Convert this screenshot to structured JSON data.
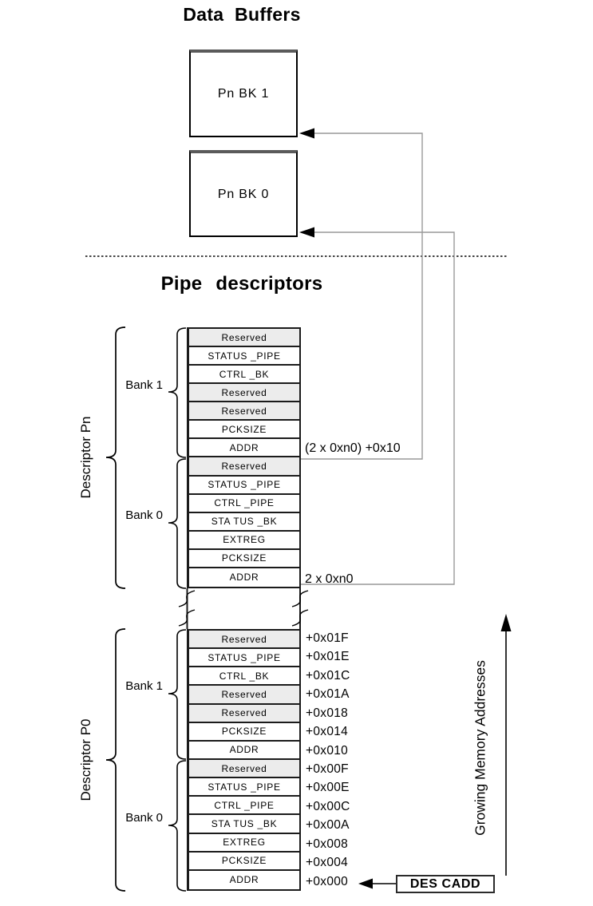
{
  "titles": {
    "buffers": "Data Buffers",
    "pipes": "Pipe descriptors"
  },
  "buffer_boxes": [
    {
      "label": "Pn BK 1"
    },
    {
      "label": "Pn BK 0"
    }
  ],
  "descriptors": [
    {
      "name": "Descriptor Pn",
      "banks": [
        {
          "label": "Bank 1"
        },
        {
          "label": "Bank 0"
        }
      ],
      "rows": [
        {
          "label": "Reserved",
          "shaded": true
        },
        {
          "label": "STATUS _PIPE"
        },
        {
          "label": "CTRL _BK"
        },
        {
          "label": "Reserved",
          "shaded": true
        },
        {
          "label": "Reserved",
          "shaded": true
        },
        {
          "label": "PCKSIZE"
        },
        {
          "label": "ADDR",
          "note": "(2 x 0xn0) +0x10"
        },
        {
          "label": "Reserved",
          "shaded": true
        },
        {
          "label": "STATUS _PIPE"
        },
        {
          "label": "CTRL _PIPE"
        },
        {
          "label": "STA TUS _BK"
        },
        {
          "label": "EXTREG"
        },
        {
          "label": "PCKSIZE"
        },
        {
          "label": "ADDR",
          "note": "2 x 0xn0"
        }
      ]
    },
    {
      "name": "Descriptor P0",
      "banks": [
        {
          "label": "Bank 1"
        },
        {
          "label": "Bank 0"
        }
      ],
      "rows": [
        {
          "label": "Reserved",
          "shaded": true,
          "addr": "+0x01F"
        },
        {
          "label": "STATUS _PIPE",
          "addr": "+0x01E"
        },
        {
          "label": "CTRL _BK",
          "addr": "+0x01C"
        },
        {
          "label": "Reserved",
          "shaded": true,
          "addr": "+0x01A"
        },
        {
          "label": "Reserved",
          "shaded": true,
          "addr": "+0x018"
        },
        {
          "label": "PCKSIZE",
          "addr": "+0x014"
        },
        {
          "label": "ADDR",
          "addr": "+0x010"
        },
        {
          "label": "Reserved",
          "shaded": true,
          "addr": "+0x00F"
        },
        {
          "label": "STATUS _PIPE",
          "addr": "+0x00E"
        },
        {
          "label": "CTRL _PIPE",
          "addr": "+0x00C"
        },
        {
          "label": "STA TUS _BK",
          "addr": "+0x00A"
        },
        {
          "label": "EXTREG",
          "addr": "+0x008"
        },
        {
          "label": "PCKSIZE",
          "addr": "+0x004"
        },
        {
          "label": "ADDR",
          "addr": "+0x000"
        }
      ]
    }
  ],
  "memory_axis": {
    "label": "Growing Memory Addresses"
  },
  "descadd": {
    "label": "DES CADD"
  },
  "colors": {
    "ink": "#000000",
    "table_border": "#1b1b1b",
    "shaded_row": "#ececec",
    "connector_line": "#999999"
  }
}
